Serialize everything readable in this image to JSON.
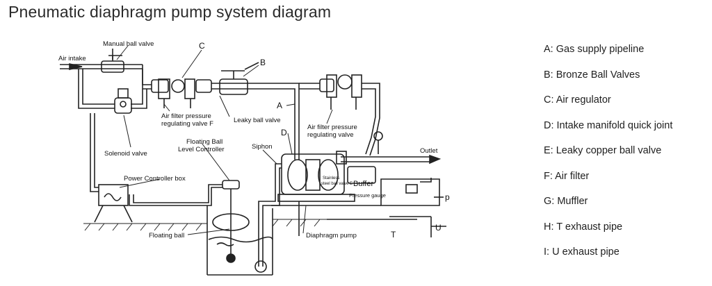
{
  "title": "Pneumatic diaphragm pump system diagram",
  "diagram": {
    "labels": {
      "manual_ball_valve": "Manual ball valve",
      "air_intake": "Air intake",
      "c_marker": "C",
      "b_marker": "B",
      "a_marker": "A",
      "d_marker": "D",
      "air_filter_left_1": "Air filter pressure",
      "air_filter_left_2": "regulating valve F",
      "leaky_ball_valve": "Leaky ball valve",
      "air_filter_right_1": "Air filter pressure",
      "air_filter_right_2": "regulating valve",
      "solenoid_valve": "Solenoid valve",
      "floating_ball_level_1": "Floating Ball",
      "floating_ball_level_2": "Level Controller",
      "siphon": "Siphon",
      "outlet": "Outlet",
      "stainless_1": "Stainless",
      "stainless_2": "steel ball valve E",
      "buffer": "Buffer",
      "pressure_gauge": "Pressure gauge",
      "power_controller_box": "Power Controller box",
      "p_marker": "p",
      "u_marker": "U",
      "t_marker": "T",
      "floating_ball": "Floating ball",
      "diaphragm_pump": "Diaphragm pump"
    }
  },
  "legend": [
    "A: Gas supply pipeline",
    "B: Bronze Ball Valves",
    "C: Air regulator",
    "D: Intake manifold quick joint",
    "E: Leaky copper ball valve",
    "F: Air filter",
    "G: Muffler",
    "H: T exhaust pipe",
    "I: U exhaust pipe"
  ]
}
